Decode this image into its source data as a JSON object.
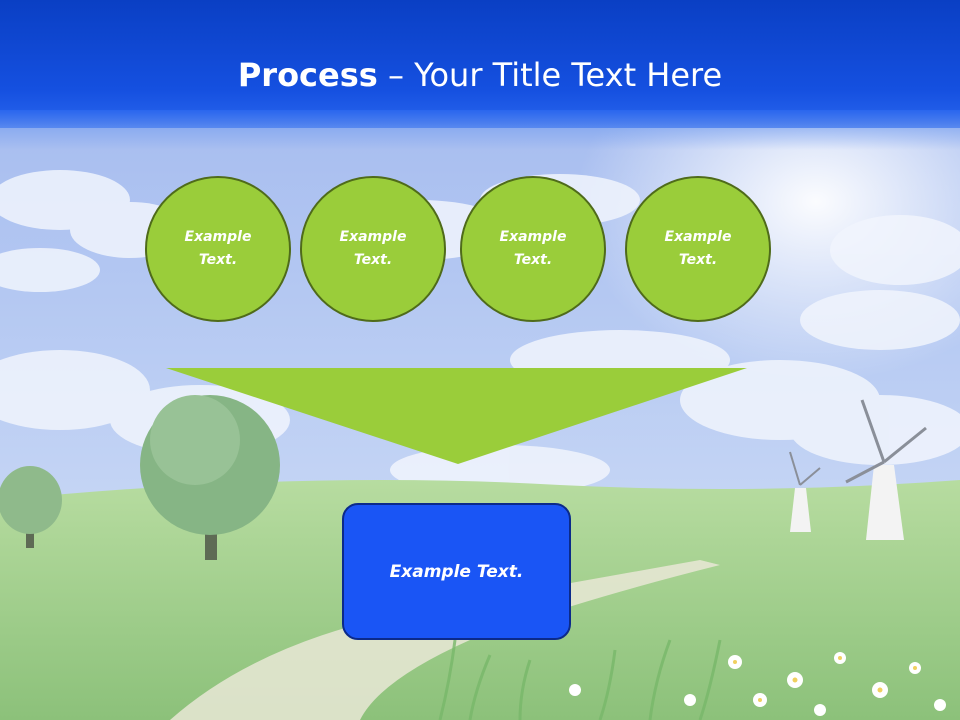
{
  "slide": {
    "title_bold": "Process",
    "title_rest": " – Your Title Text Here"
  },
  "circles": [
    {
      "label": "Example Text."
    },
    {
      "label": "Example Text."
    },
    {
      "label": "Example Text."
    },
    {
      "label": "Example Text."
    }
  ],
  "result": {
    "label": "Example Text."
  },
  "colors": {
    "header": "#1550e0",
    "circle_fill": "#9acd3a",
    "circle_border": "#4f6b1a",
    "box_fill": "#1a55f5",
    "box_border": "#0b2a8a"
  }
}
